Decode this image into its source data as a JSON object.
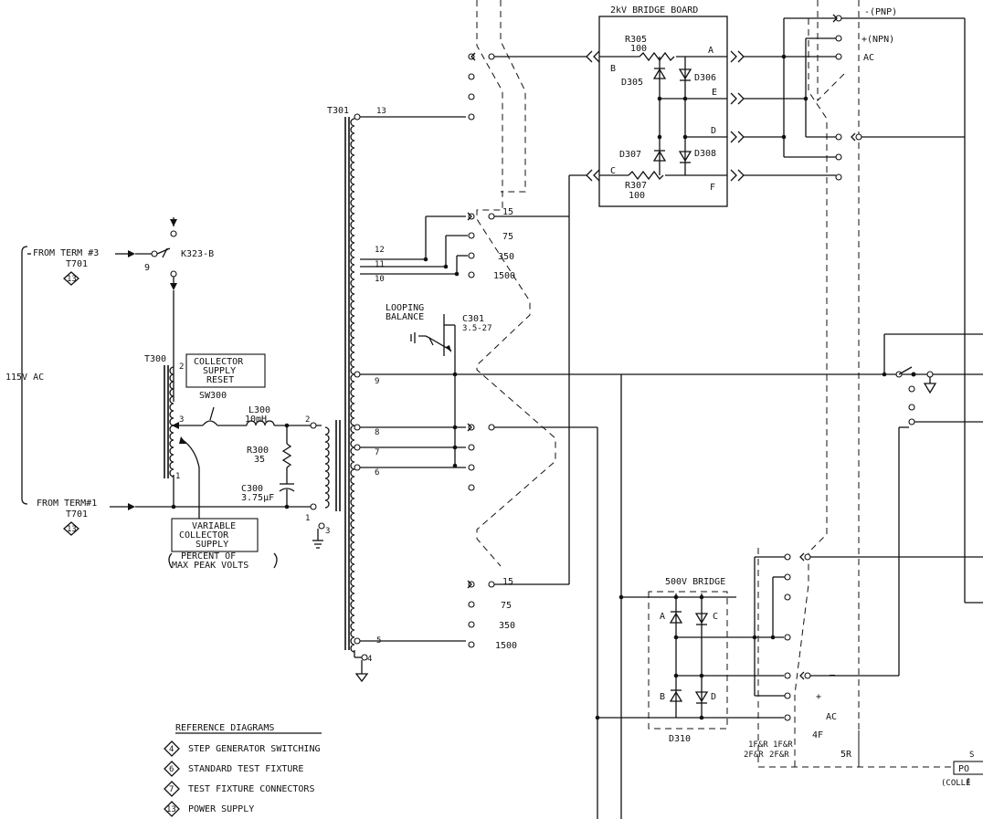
{
  "labels": {
    "bridge_2kv": "2kV BRIDGE BOARD",
    "r305": "R305",
    "r305_val": "100",
    "r307": "R307",
    "r307_val": "100",
    "d305": "D305",
    "d306": "D306",
    "d307": "D307",
    "d308": "D308",
    "node_a": "A",
    "node_b": "B",
    "node_c": "C",
    "node_d": "D",
    "node_e": "E",
    "node_f": "F",
    "pnp": "-(PNP)",
    "npn": "+(NPN)",
    "ac": "AC",
    "t301": "T301",
    "from_term3": "FROM TERM #3",
    "t701_a": "T701",
    "diamond_13a": "13",
    "k323": "K323-B",
    "pin9": "9",
    "v115": "115V AC",
    "t300": "T300",
    "csr_l1": "COLLECTOR",
    "csr_l2": "SUPPLY",
    "csr_l3": "RESET",
    "sw300": "SW300",
    "l300": "L300",
    "l300_val": "10mH",
    "r300": "R300",
    "r300_val": "35",
    "c300": "C300",
    "c300_val": "3.75µF",
    "from_term1": "FROM TERM#1",
    "t701_b": "T701",
    "diamond_13b": "13",
    "vcs_l1": "VARIABLE",
    "vcs_l2": "COLLECTOR",
    "vcs_l3": "SUPPLY",
    "pct_l1": "PERCENT OF",
    "pct_l2": "MAX PEAK VOLTS",
    "loop_l1": "LOOPING",
    "loop_l2": "BALANCE",
    "c301": "C301",
    "c301_val": "3.5-27",
    "v15a": "15",
    "v75a": "75",
    "v350a": "350",
    "v1500a": "1500",
    "v15b": "15",
    "v75b": "75",
    "v350b": "350",
    "v1500b": "1500",
    "tap13": "13",
    "tap12": "12",
    "tap11": "11",
    "tap10": "10",
    "tap9": "9",
    "tap8": "8",
    "tap7": "7",
    "tap6": "6",
    "tap5": "5",
    "tap4": "4",
    "pri2": "2",
    "pri3": "3",
    "pri1": "1",
    "sec2": "2",
    "sec1": "1",
    "sec3": "3",
    "bridge_500": "500V BRIDGE",
    "d310": "D310",
    "plus": "+",
    "minus": "–",
    "ac2": "AC",
    "f1": "1F&R",
    "f2": "1F&R",
    "f3": "2F&R",
    "f4": "2F&R",
    "f5": "4F",
    "f6": "5R",
    "cut_s": "S",
    "cut_po": "PO",
    "cut_colle": "(COLLE",
    "ref_title": "REFERENCE DIAGRAMS",
    "ref_items": [
      {
        "num": "4",
        "text": "STEP GENERATOR SWITCHING"
      },
      {
        "num": "6",
        "text": "STANDARD TEST FIXTURE"
      },
      {
        "num": "7",
        "text": "TEST FIXTURE CONNECTORS"
      },
      {
        "num": "13",
        "text": "POWER SUPPLY"
      }
    ]
  }
}
